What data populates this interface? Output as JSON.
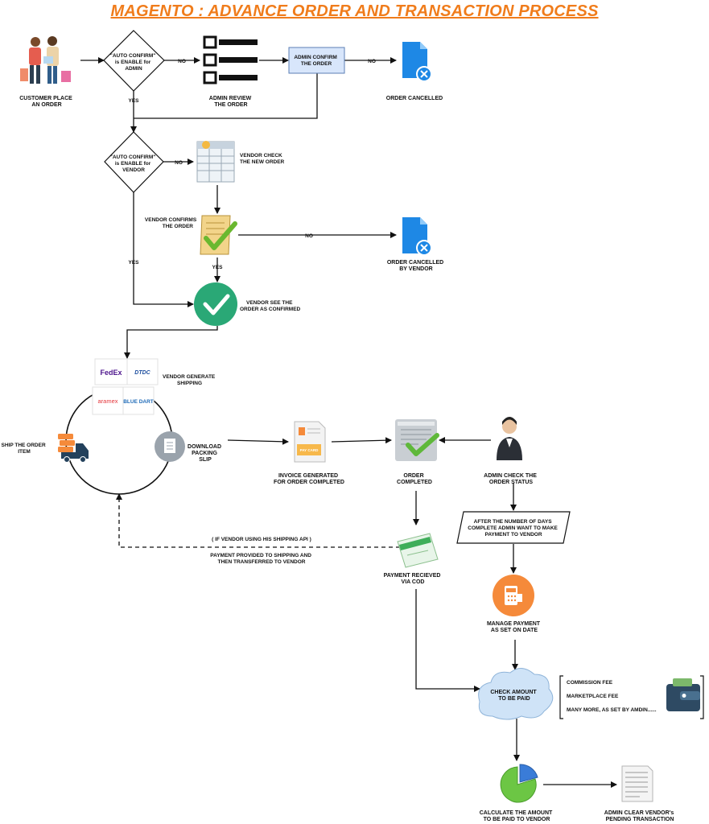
{
  "title": "MAGENTO : ADVANCE ORDER AND TRANSACTION PROCESS",
  "colors": {
    "title": "#f07c1b",
    "doc_blue": "#1e88e5",
    "confirm_green": "#2aa876",
    "admin_box": "#d8e6fb",
    "orange": "#f58a3a",
    "cloud": "#cfe3f7"
  },
  "labels": {
    "customer_place_order": [
      "CUSTOMER PLACE",
      "AN ORDER"
    ],
    "auto_confirm_admin": [
      "\"AUTO CONFIRM\"",
      "is ENABLE for",
      "ADMIN"
    ],
    "admin_review": [
      "ADMIN REVIEW",
      "THE ORDER"
    ],
    "admin_confirm": [
      "ADMIN CONFIRM",
      "THE ORDER"
    ],
    "order_cancelled": [
      "ORDER CANCELLED"
    ],
    "auto_confirm_vendor": [
      "\"AUTO CONFIRM\"",
      "is ENABLE for",
      "VENDOR"
    ],
    "vendor_check": [
      "VENDOR CHECK",
      "THE NEW ORDER"
    ],
    "vendor_confirms": [
      "VENDOR CONFIRMS",
      "THE ORDER"
    ],
    "order_cancelled_vendor": [
      "ORDER CANCELLED",
      "BY VENDOR"
    ],
    "vendor_see": [
      "VENDOR SEE THE",
      "ORDER AS CONFIRMED"
    ],
    "vendor_generate_shipping": [
      "VENDOR GENERATE",
      "SHIPPING"
    ],
    "ship_order": [
      "SHIP THE ORDER",
      "ITEM"
    ],
    "download_slip": [
      "DOWNLOAD",
      "PACKING",
      "SLIP"
    ],
    "invoice_generated": [
      "INVOICE GENERATED",
      "FOR ORDER COMPLETED"
    ],
    "order_completed": [
      "ORDER",
      "COMPLETED"
    ],
    "admin_check_status": [
      "ADMIN CHECK THE",
      "ORDER STATUS"
    ],
    "after_days": [
      "AFTER THE NUMBER OF DAYS",
      "COMPLETE ADMIN WANT TO MAKE",
      "PAYMENT TO VENDOR"
    ],
    "shipping_api": [
      "( IF VENDOR USING HIS SHIPPING API )"
    ],
    "payment_provided": [
      "PAYMENT PROVIDED TO SHIPPING AND",
      "THEN TRANSFERRED TO VENDOR"
    ],
    "payment_received": [
      "PAYMENT RECIEVED",
      "VIA COD"
    ],
    "manage_payment": [
      "MANAGE PAYMENT",
      "AS SET ON DATE"
    ],
    "check_amount": [
      "CHECK AMOUNT",
      "TO BE PAID"
    ],
    "fees": [
      "COMMISSION FEE",
      "MARKETPLACE FEE",
      "MANY MORE, AS SET BY AMDIN......"
    ],
    "calculate_amount": [
      "CALCULATE THE AMOUNT",
      "TO BE PAID TO VENDOR"
    ],
    "admin_clear": [
      "ADMIN CLEAR VENDOR's",
      "PENDING TRANSACTION"
    ]
  },
  "edge_labels": {
    "no": "NO",
    "yes": "YES"
  },
  "carriers": [
    "FedEx",
    "DTDC",
    "aramex",
    "BLUE DART"
  ],
  "pay_card_text": "PAY CARD"
}
